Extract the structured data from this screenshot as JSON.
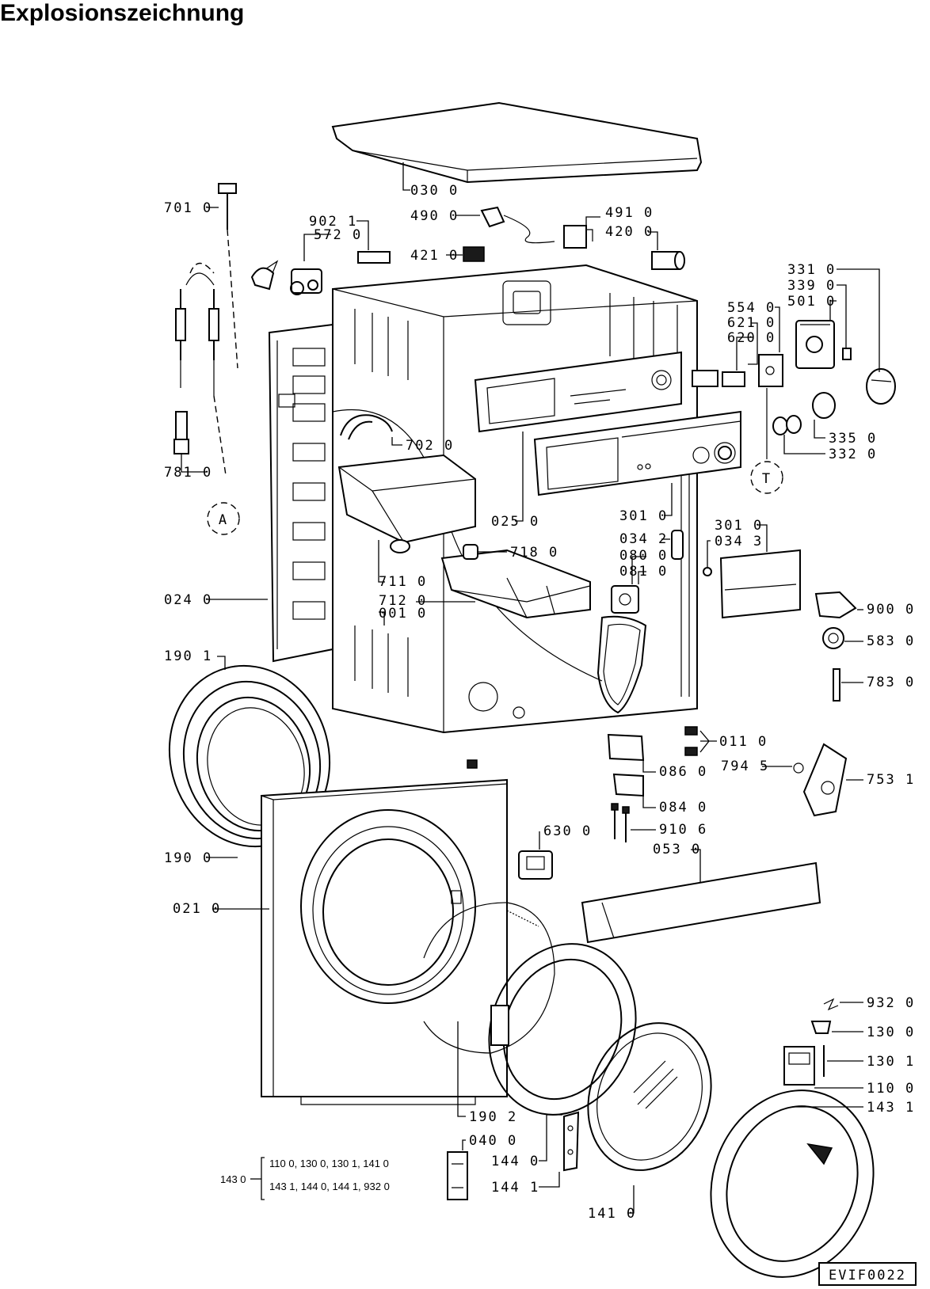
{
  "title": "Explosionszeichnung",
  "doc_code": "EVIF0022",
  "callouts": {
    "030_0": "030 0",
    "701_0": "701 0",
    "902_1": "902 1",
    "572_0": "572 0",
    "490_0": "490 0",
    "491_0": "491 0",
    "420_0": "420 0",
    "421_0": "421 0",
    "331_0": "331 0",
    "339_0": "339 0",
    "501_0": "501 0",
    "554_0": "554 0",
    "621_0": "621 0",
    "620_0": "620 0",
    "702_0": "702 0",
    "335_0": "335 0",
    "332_0": "332 0",
    "781_0": "781 0",
    "A": "A",
    "T": "T",
    "025_0": "025 0",
    "301_0a": "301 0",
    "301_0b": "301 0",
    "034_2": "034 2",
    "034_3": "034 3",
    "718_0": "718 0",
    "080_0": "080 0",
    "081_0": "081 0",
    "711_0": "711 0",
    "712_0": "712 0",
    "001_0": "001 0",
    "024_0": "024 0",
    "900_0": "900 0",
    "583_0": "583 0",
    "190_1": "190 1",
    "783_0": "783 0",
    "011_0": "011 0",
    "794_5": "794 5",
    "753_1": "753 1",
    "086_0": "086 0",
    "084_0": "084 0",
    "910_6": "910 6",
    "053_0": "053 0",
    "630_0": "630 0",
    "190_0": "190 0",
    "021_0": "021 0",
    "932_0": "932 0",
    "130_0": "130 0",
    "130_1": "130 1",
    "110_0": "110 0",
    "143_1": "143 1",
    "190_2": "190 2",
    "040_0": "040 0",
    "144_0": "144 0",
    "144_1": "144 1",
    "141_0": "141 0"
  },
  "kit": {
    "label": "143 0",
    "line1": "110 0, 130 0, 130 1, 141 0",
    "line2": "143 1, 144 0, 144 1, 932 0"
  }
}
